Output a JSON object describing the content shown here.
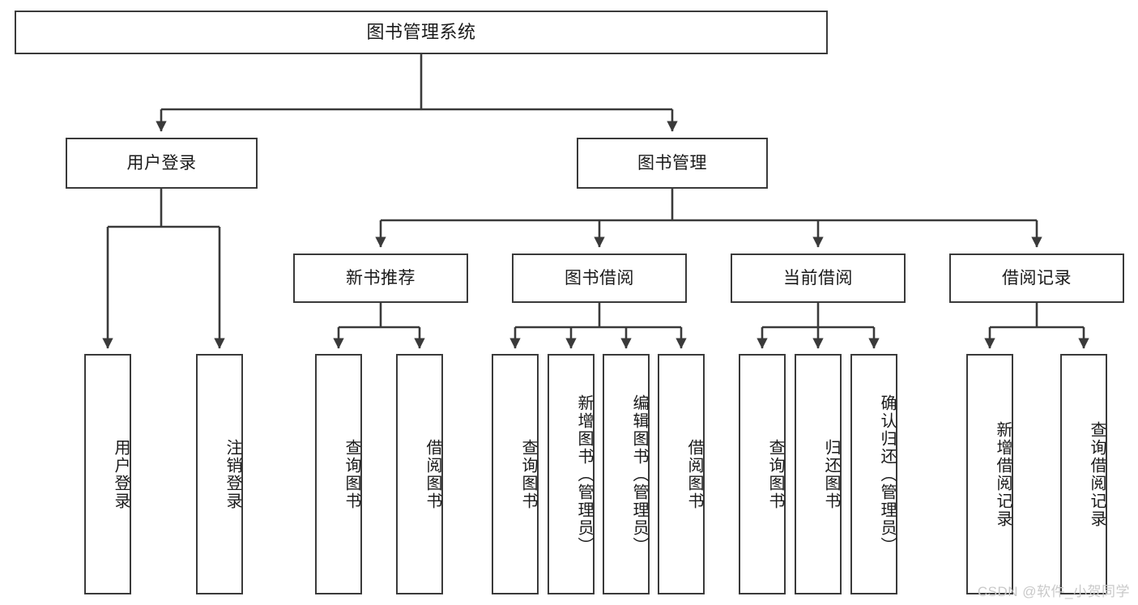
{
  "diagram": {
    "title": "图书管理系统",
    "type": "tree-hierarchy-chart",
    "watermark": "CSDN @软件_小贺同学",
    "colors": {
      "background": "#ffffff",
      "border": "#3a3a3a",
      "text": "#1a1a1a",
      "edge": "#3a3a3a",
      "watermark": "#c9c9c9"
    }
  },
  "nodes": {
    "root": {
      "label": "图书管理系统",
      "level": 1
    },
    "level2": [
      {
        "id": "user-login",
        "label": "用户登录"
      },
      {
        "id": "book-manage",
        "label": "图书管理"
      }
    ],
    "level3": [
      {
        "id": "new-book-recommend",
        "label": "新书推荐"
      },
      {
        "id": "book-borrow",
        "label": "图书借阅"
      },
      {
        "id": "current-borrow",
        "label": "当前借阅"
      },
      {
        "id": "borrow-record",
        "label": "借阅记录"
      }
    ],
    "leaves": {
      "user_login": [
        {
          "id": "leaf-user-login",
          "label": "用户登录"
        },
        {
          "id": "leaf-logout-login",
          "label": "注销登录"
        }
      ],
      "new_book_recommend": [
        {
          "id": "leaf-query-book-1",
          "label": "查询图书"
        },
        {
          "id": "leaf-borrow-book-1",
          "label": "借阅图书"
        }
      ],
      "book_borrow": [
        {
          "id": "leaf-query-book-2",
          "label": "查询图书"
        },
        {
          "id": "leaf-add-book",
          "label": "新增图书（管理员）"
        },
        {
          "id": "leaf-edit-book",
          "label": "编辑图书（管理员）"
        },
        {
          "id": "leaf-borrow-book-2",
          "label": "借阅图书"
        }
      ],
      "current_borrow": [
        {
          "id": "leaf-query-book-3",
          "label": "查询图书"
        },
        {
          "id": "leaf-return-book",
          "label": "归还图书"
        },
        {
          "id": "leaf-confirm-return",
          "label": "确认归还（管理员）"
        }
      ],
      "borrow_record": [
        {
          "id": "leaf-add-record",
          "label": "新增借阅记录"
        },
        {
          "id": "leaf-query-record",
          "label": "查询借阅记录"
        }
      ]
    }
  }
}
